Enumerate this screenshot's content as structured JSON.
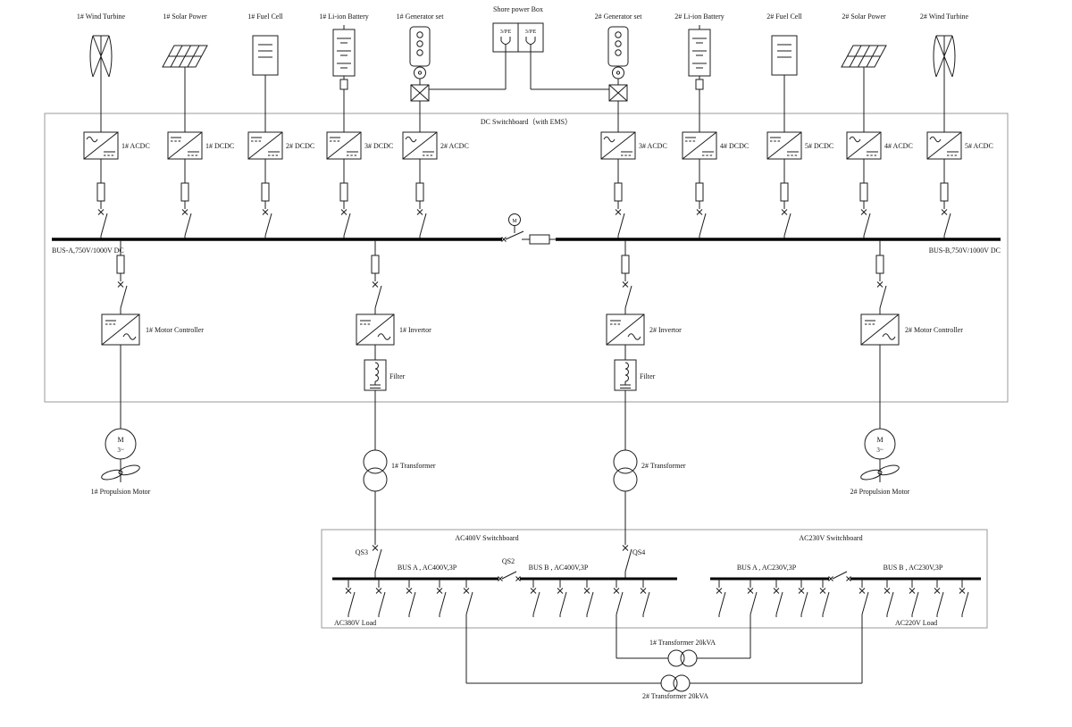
{
  "sources": {
    "wind1": "1# Wind Turbine",
    "solar1": "1# Solar Power",
    "fuel1": "1# Fuel Cell",
    "battery1": "1# Li-ion Battery",
    "gen1": "1# Generator set",
    "shore": "Shore power Box",
    "gen2": "2# Generator set",
    "battery2": "2# Li-ion Battery",
    "fuel2": "2# Fuel Cell",
    "solar2": "2# Solar Power",
    "wind2": "2# Wind Turbine",
    "shore_left": "3/PE",
    "shore_right": "3/PE"
  },
  "dc_board": {
    "title": "DC Switchboard（with EMS）",
    "converters": {
      "acdc1": "1# ACDC",
      "dcdc1": "1# DCDC",
      "dcdc2": "2# DCDC",
      "dcdc3": "3# DCDC",
      "acdc2": "2# ACDC",
      "acdc3": "3# ACDC",
      "dcdc4": "4# DCDC",
      "dcdc5": "5# DCDC",
      "acdc4": "4# ACDC",
      "acdc5": "5# ACDC"
    },
    "bus_a": "BUS-A,750V/1000V DC",
    "bus_b": "BUS-B,750V/1000V DC",
    "tie_motor": "M"
  },
  "feeders": {
    "mc1": "1# Motor Controller",
    "inv1": "1# Invertor",
    "filter1": "Filter",
    "tr1": "1# Transformer",
    "inv2": "2# Invertor",
    "filter2": "Filter",
    "tr2": "2# Transformer",
    "mc2": "2# Motor Controller",
    "motor1_m": "M",
    "motor1_ph": "3~",
    "motor1_label": "1# Propulsion Motor",
    "motor2_m": "M",
    "motor2_ph": "3~",
    "motor2_label": "2# Propulsion Motor"
  },
  "ac_board": {
    "title_400": "AC400V Switchboard",
    "title_230": "AC230V Switchboard",
    "qs3": "QS3",
    "qs2": "QS2",
    "qs4": "QS4",
    "bus_a_400": "BUS A , AC400V,3P",
    "bus_b_400": "BUS B , AC400V,3P",
    "bus_a_230": "BUS A , AC230V,3P",
    "bus_b_230": "BUS B , AC230V,3P",
    "load_380": "AC380V Load",
    "load_220": "AC220V Load",
    "tr20_1": "1# Transformer 20kVA",
    "tr20_2": "2# Transformer 20kVA"
  }
}
